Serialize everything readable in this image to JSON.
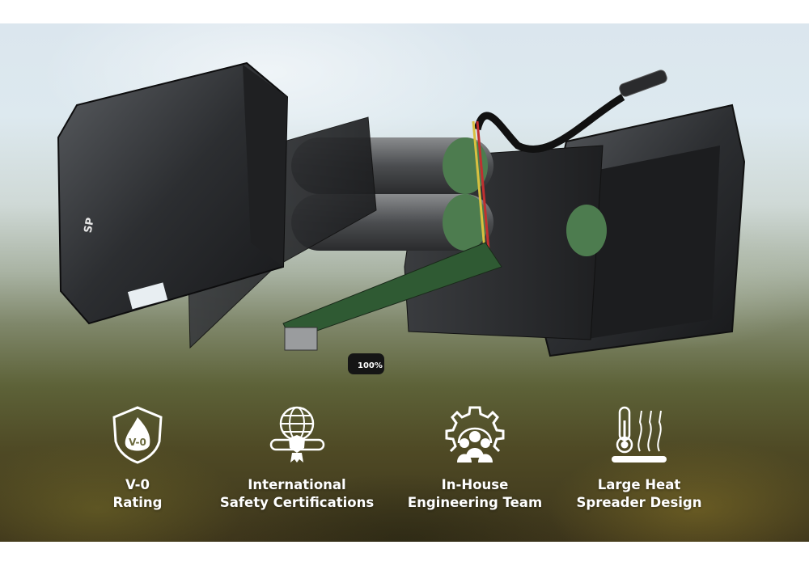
{
  "product": {
    "logo": "SP",
    "display_readout": "100%"
  },
  "features": [
    {
      "icon": "flame-shield-icon",
      "icon_text": "V-0",
      "line1": "V-0",
      "line2": "Rating"
    },
    {
      "icon": "globe-certificate-icon",
      "line1": "International",
      "line2": "Safety Certifications"
    },
    {
      "icon": "gear-team-icon",
      "line1": "In-House",
      "line2": "Engineering Team"
    },
    {
      "icon": "thermometer-heat-icon",
      "line1": "Large Heat",
      "line2": "Spreader Design"
    }
  ]
}
